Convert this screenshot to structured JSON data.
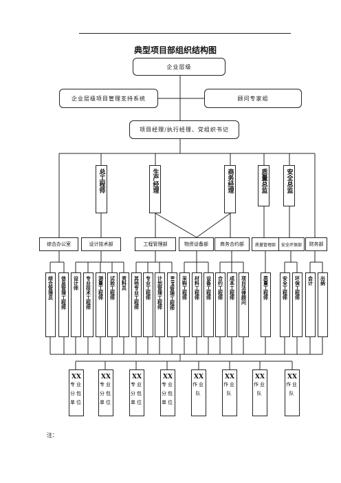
{
  "title": "典型项目部组织结构图",
  "enterprise": "企业层级",
  "support_system": "企业层级项目管理支持系统",
  "advisors": "顾问专家组",
  "project_manager": "项目经理/执行经理、党组织书记",
  "managers": [
    "总工程师",
    "生产经理",
    "商务经理",
    "质量总监",
    "安全总监"
  ],
  "departments": [
    "综合办公室",
    "设计技术部",
    "工程管理部",
    "物资设备部",
    "商务合约部",
    "质量管理部",
    "安全环保部",
    "财务部"
  ],
  "positions": [
    "综合管理员",
    "信息管理工程师",
    "设计师",
    "专业技术工程师",
    "测量工程师",
    "试验工程师",
    "资料员",
    "其他专业工程师",
    "专业工程师",
    "计划管理工程师",
    "BIM管理工程师",
    "采购工程师",
    "材料工程师",
    "设备工程师",
    "合约工程师",
    "成本工程师",
    "项目法律顾问",
    "质量工程师",
    "安全工程师",
    "环保工程师",
    "会计",
    "出纳"
  ],
  "units": [
    {
      "code": "XX",
      "words": [
        "专业",
        "分包",
        "单位"
      ]
    },
    {
      "code": "XX",
      "words": [
        "专业",
        "分包",
        "单位"
      ]
    },
    {
      "code": "XX",
      "words": [
        "专业",
        "分包",
        "单位"
      ]
    },
    {
      "code": "XX",
      "words": [
        "专业",
        "分包",
        "单位"
      ]
    },
    {
      "code": "XX",
      "words": [
        "作业",
        "队"
      ]
    },
    {
      "code": "XX",
      "words": [
        "作业",
        "队"
      ]
    },
    {
      "code": "XX",
      "words": [
        "作业",
        "队"
      ]
    },
    {
      "code": "XX",
      "words": [
        "作业",
        "队"
      ]
    }
  ],
  "note": "注："
}
